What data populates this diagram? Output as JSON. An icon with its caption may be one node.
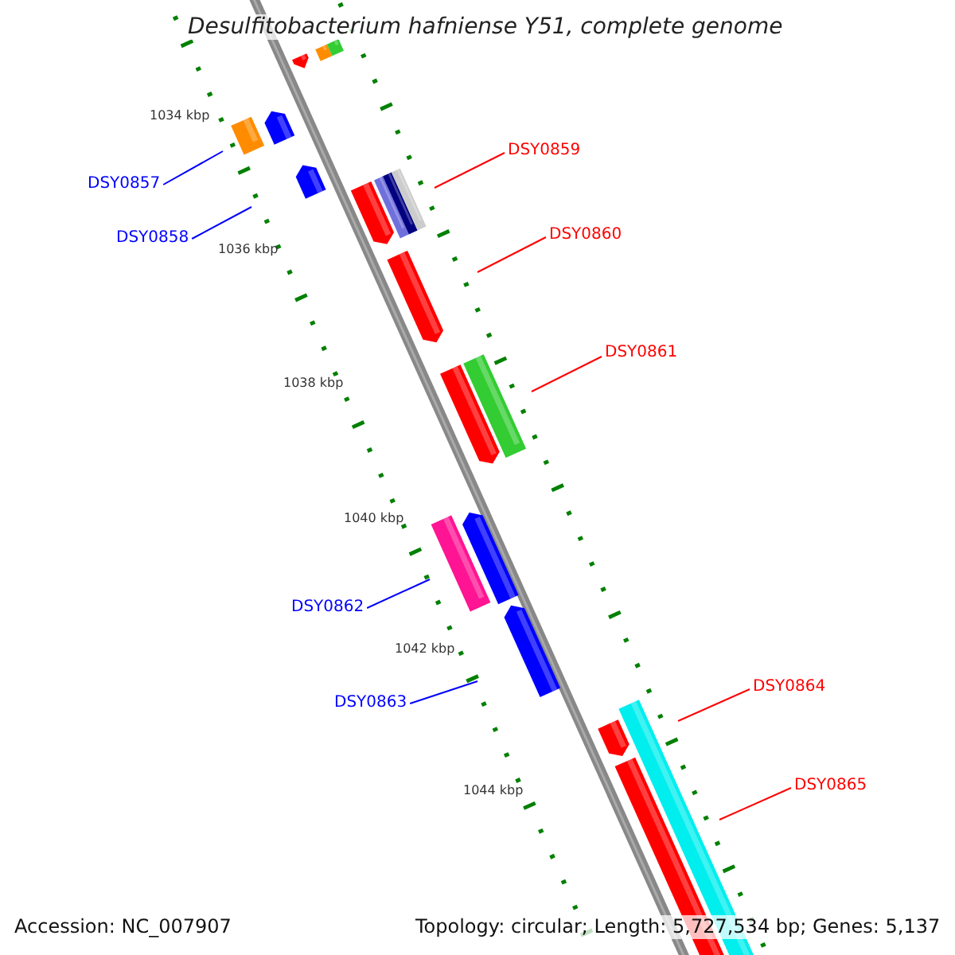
{
  "diagram": {
    "title": "Desulfitobacterium hafniense Y51, complete genome",
    "nodes": [
      {
        "text": [
          "DSY0857"
        ]
      },
      {
        "text": [
          "DSY0858"
        ]
      },
      {
        "text": [
          "DSY0859"
        ]
      },
      {
        "text": [
          "DSY0860"
        ]
      },
      {
        "text": [
          "DSY0861"
        ]
      },
      {
        "text": [
          "DSY0862"
        ]
      },
      {
        "text": [
          "DSY0863"
        ]
      },
      {
        "text": [
          "DSY0864"
        ]
      },
      {
        "text": [
          "DSY0865"
        ]
      }
    ],
    "edges": [
      {
        "from": 0,
        "to": null,
        "arrow": "none",
        "color": "#0000ff"
      },
      {
        "from": 1,
        "to": null,
        "arrow": "none",
        "color": "#0000ff"
      },
      {
        "from": 2,
        "to": null,
        "arrow": "none"
      },
      {
        "from": 3,
        "to": null,
        "arrow": "none"
      },
      {
        "from": 4,
        "to": null,
        "arrow": "none"
      },
      {
        "from": 5,
        "to": null,
        "arrow": "none",
        "color": "#0000ff"
      },
      {
        "from": 6,
        "to": null,
        "arrow": "none",
        "color": "#0000ff"
      },
      {
        "from": 7,
        "to": null,
        "arrow": "none"
      },
      {
        "from": 8,
        "to": null,
        "arrow": "none"
      }
    ],
    "labels": [
      "1034 kbp",
      "1036 kbp",
      "1038 kbp",
      "1040 kbp",
      "1042 kbp",
      "1044 kbp",
      "Accession: NC_007907",
      "Topology: circular; Length: 5,727,534 bp; Genes: 5,137"
    ]
  }
}
